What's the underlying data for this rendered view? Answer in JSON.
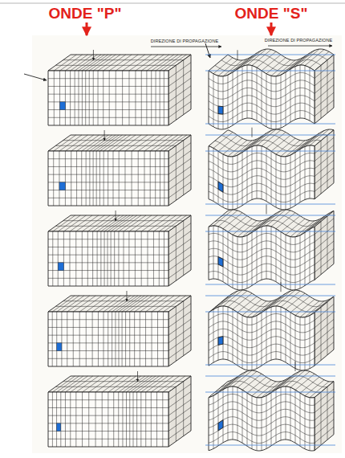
{
  "diagram": {
    "labels": [
      "ONDE \"P\"",
      "ONDE \"S\"",
      "DIREZIONE DI PROPAGAZIONE",
      "DIREZIONE DI PROPAGAZIONE"
    ]
  }
}
